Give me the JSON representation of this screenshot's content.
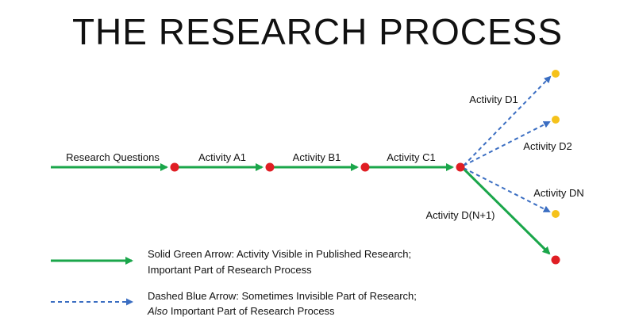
{
  "title": "THE RESEARCH PROCESS",
  "colors": {
    "solid_arrow": "#1aa64a",
    "dashed_arrow": "#3b6ec2",
    "red_node": "#e01e24",
    "yellow_node": "#f5c21b",
    "text": "#111111"
  },
  "labels": {
    "research_questions": "Research Questions",
    "activity_a1": "Activity A1",
    "activity_b1": "Activity B1",
    "activity_c1": "Activity C1",
    "activity_d1": "Activity D1",
    "activity_d2": "Activity D2",
    "activity_dn": "Activity DN",
    "activity_dn1": "Activity D(N+1)"
  },
  "legend": {
    "solid_line1": "Solid Green Arrow: Activity Visible in Published Research;",
    "solid_line2": "Important Part of Research Process",
    "dashed_line1": "Dashed Blue Arrow: Sometimes Invisible Part of Research;",
    "dashed_line2_em": "Also",
    "dashed_line2_rest": " Important Part of Research Process"
  }
}
